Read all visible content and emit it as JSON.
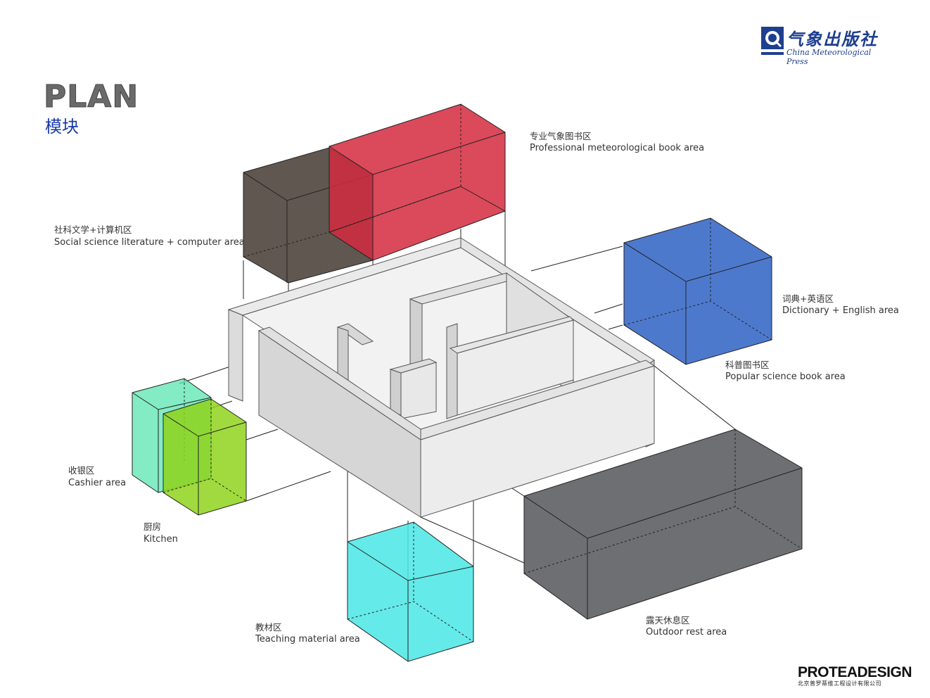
{
  "title": "PLAN",
  "subtitle": "模块",
  "logo": {
    "name_cn": "气象出版社",
    "name_en": "China Meteorological Press",
    "icon": "meteorological-press-logo"
  },
  "brand": {
    "name": "PROTEADESIGN",
    "subtitle": "北京普罗蒂维工程设计有限公司"
  },
  "zones": [
    {
      "id": "professional",
      "label_cn": "专业气象图书区",
      "label_en": "Professional meteorological book area",
      "color": "#d42a3e"
    },
    {
      "id": "social",
      "label_cn": "社科文学+计算机区",
      "label_en": "Social science literature + computer area",
      "color": "#4a4038"
    },
    {
      "id": "dictionary",
      "label_cn": "词典+英语区",
      "label_en": "Dictionary + English area",
      "color": "#2e62c4"
    },
    {
      "id": "popular",
      "label_cn": "科普图书区",
      "label_en": "Popular science book area",
      "color": "#e0e0e0"
    },
    {
      "id": "cashier",
      "label_cn": "收银区",
      "label_en": "Cashier area",
      "color": "#5ae6b0"
    },
    {
      "id": "kitchen",
      "label_cn": "厨房",
      "label_en": "Kitchen",
      "color": "#8fd41c"
    },
    {
      "id": "teaching",
      "label_cn": "教材区",
      "label_en": "Teaching material area",
      "color": "#4ae6e6"
    },
    {
      "id": "outdoor",
      "label_cn": "露天休息区",
      "label_en": "Outdoor rest area",
      "color": "#55565a"
    }
  ]
}
